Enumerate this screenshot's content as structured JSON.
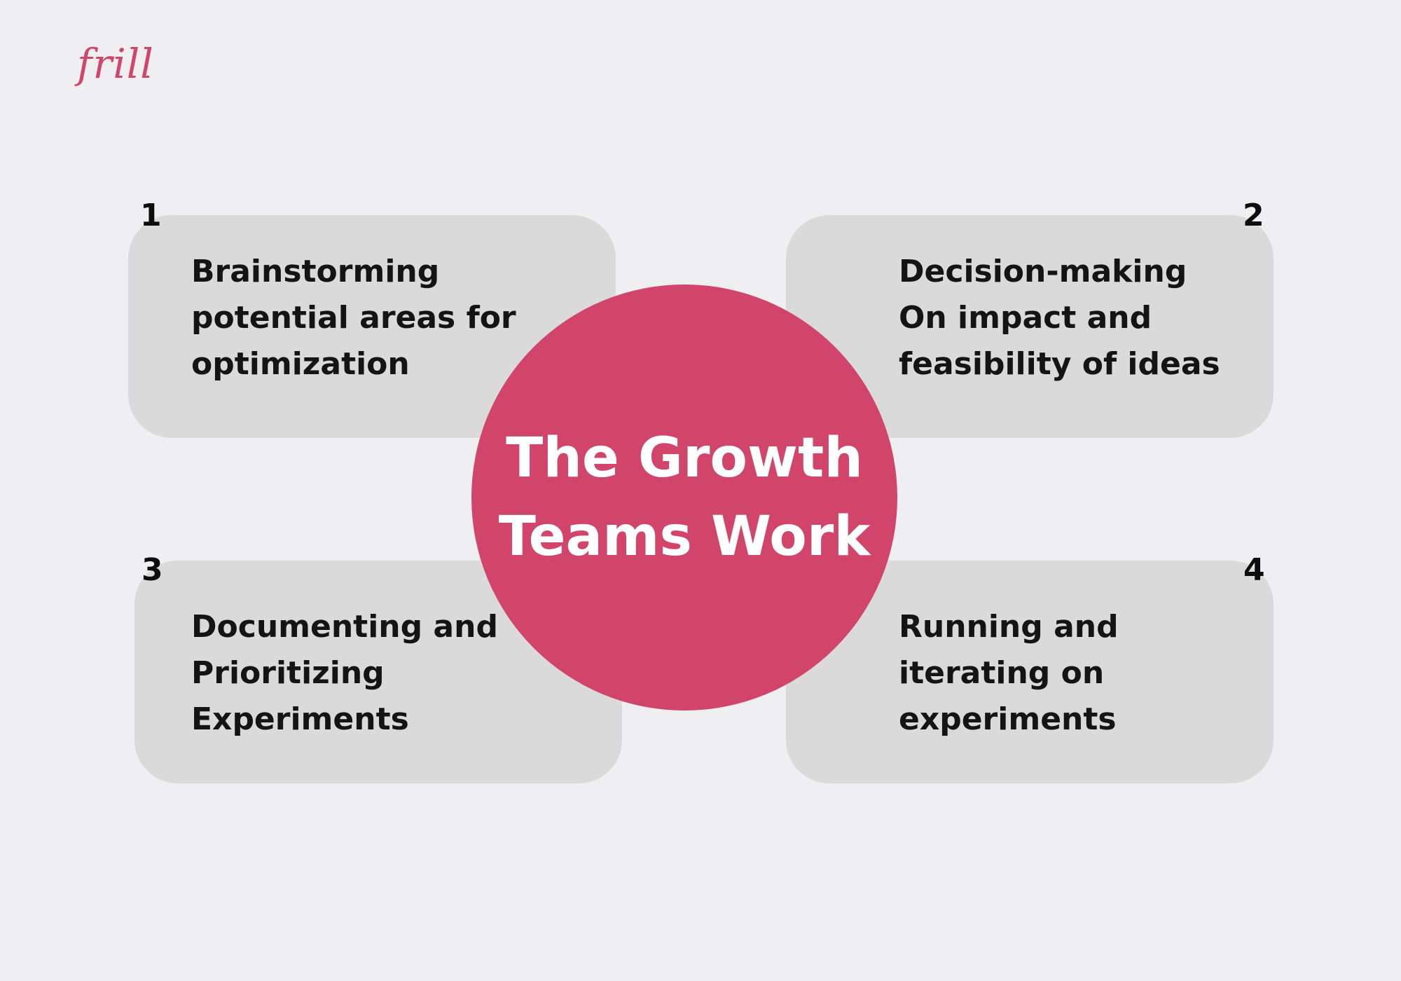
{
  "brand": {
    "logo_text": "frill",
    "accent_color": "#d1456b"
  },
  "center": {
    "title_lines": [
      "The Growth",
      "Teams Work"
    ],
    "color": "#d1456b"
  },
  "steps": [
    {
      "number": "1",
      "lines": [
        "Brainstorming",
        "potential areas for",
        "optimization"
      ]
    },
    {
      "number": "2",
      "lines": [
        "Decision-making",
        "On impact and",
        "feasibility of ideas"
      ]
    },
    {
      "number": "3",
      "lines": [
        "Documenting and",
        "Prioritizing",
        "Experiments"
      ]
    },
    {
      "number": "4",
      "lines": [
        "Running and",
        "iterating on",
        "experiments"
      ]
    }
  ],
  "colors": {
    "background": "#efeef0",
    "card": "#dadada",
    "text": "#141414"
  }
}
